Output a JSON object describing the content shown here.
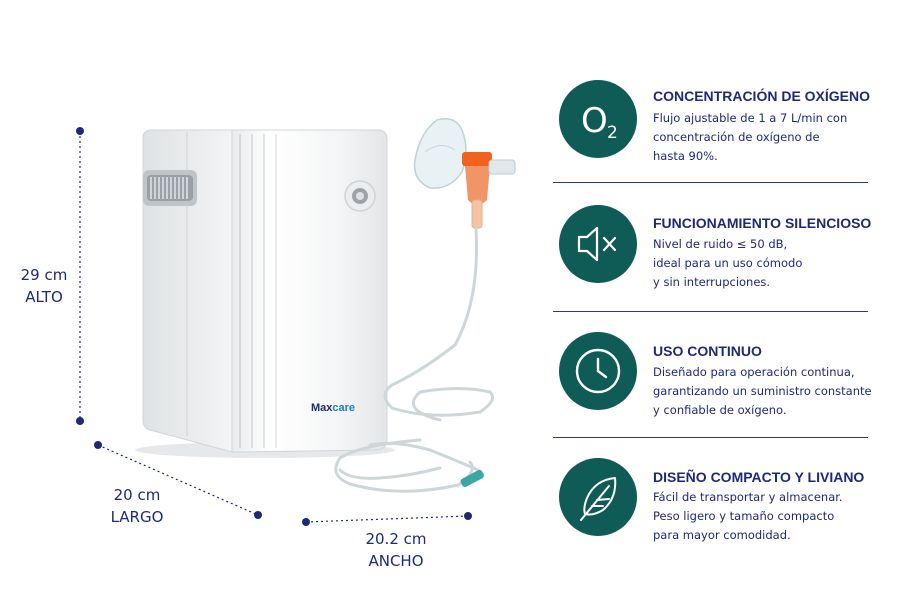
{
  "dimensions": {
    "height": {
      "value": "29 cm",
      "label": "ALTO"
    },
    "length": {
      "value": "20 cm",
      "label": "LARGO"
    },
    "width": {
      "value": "20.2 cm",
      "label": "ANCHO"
    }
  },
  "product": {
    "brand_prefix": "Max",
    "brand_suffix": "care"
  },
  "features": [
    {
      "icon": "o2-icon",
      "icon_text": "O",
      "icon_sub": "2",
      "title": "CONCENTRACIÓN DE OXÍGENO",
      "description": "Flujo ajustable de 1 a 7 L/min con\nconcentración de oxígeno de\nhasta 90%."
    },
    {
      "icon": "speaker-mute-icon",
      "title": "FUNCIONAMIENTO SILENCIOSO",
      "description": "Nivel de ruido ≤ 50 dB,\nideal para un uso cómodo\ny sin interrupciones."
    },
    {
      "icon": "clock-icon",
      "title": "USO CONTINUO",
      "description": "Diseñado para operación continua,\ngarantizando un suministro constante\ny confiable de oxígeno."
    },
    {
      "icon": "feather-icon",
      "title": "DISEÑO COMPACTO Y LIVIANO",
      "description": "Fácil de transportar y almacenar.\nPeso ligero y tamaño compacto\npara mayor comodidad."
    }
  ],
  "colors": {
    "navy": "#1d2a7a",
    "teal": "#0f5c57",
    "tube": "#cfd9dc",
    "orange": "#f0621e"
  }
}
